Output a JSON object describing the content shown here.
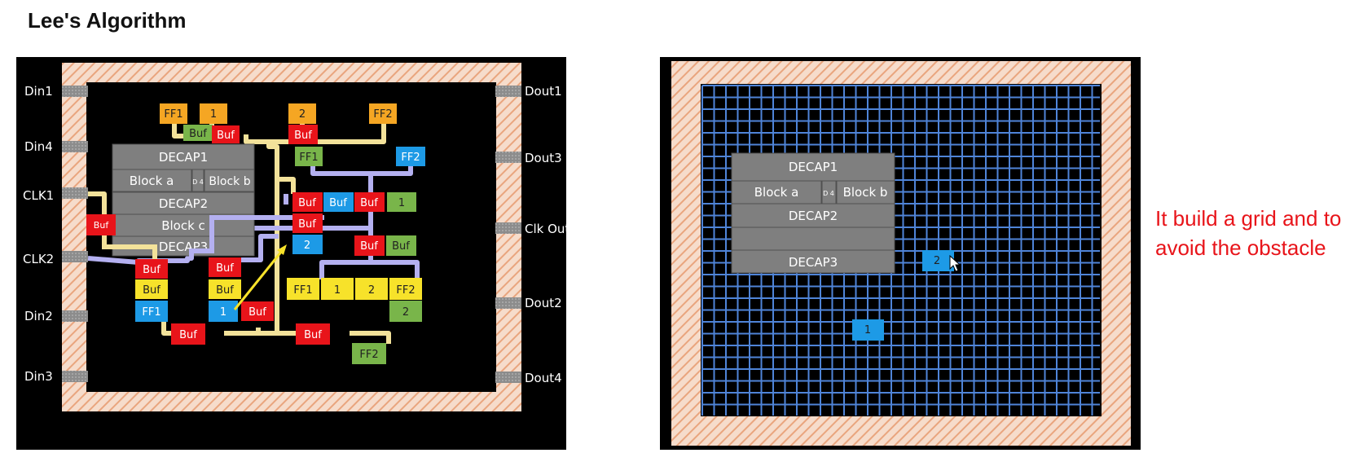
{
  "header": {
    "title": "Lee's Algorithm"
  },
  "left": {
    "pins_left": [
      "Din1",
      "Din4",
      "CLK1",
      "CLK2",
      "Din2",
      "Din3"
    ],
    "pins_right": [
      "Dout1",
      "Dout3",
      "Clk Out",
      "Dout2",
      "Dout4"
    ],
    "blocks": {
      "decap1": "DECAP1",
      "block_a": "Block a",
      "d4": "D 4",
      "block_b": "Block b",
      "decap2": "DECAP2",
      "block_c": "Block c",
      "decap3": "DECAP3"
    },
    "cells": {
      "ff1_top": "FF1",
      "one_top": "1",
      "two_top": "2",
      "ff2_top": "FF2",
      "buf_green_top": "Buf",
      "buf_red_top_a": "Buf",
      "buf_red_top_b": "Buf",
      "ff1_green": "FF1",
      "ff2_blue": "FF2",
      "buf_r1": "Buf",
      "buf_b1": "Buf",
      "buf_r2": "Buf",
      "one_green": "1",
      "buf_r3": "Buf",
      "two_blue": "2",
      "buf_r4": "Buf",
      "buf_g2": "Buf",
      "buf_left": "Buf",
      "buf_r5": "Buf",
      "buf_r6": "Buf",
      "buf_y1": "Buf",
      "buf_y2": "Buf",
      "ff1_blue": "FF1",
      "one_blue": "1",
      "buf_r7": "Buf",
      "row_ff1": "FF1",
      "row_1": "1",
      "row_2": "2",
      "row_ff2": "FF2",
      "two_green": "2",
      "buf_r8": "Buf",
      "buf_r9": "Buf",
      "ff2_bottom": "FF2"
    }
  },
  "right": {
    "blocks": {
      "decap1": "DECAP1",
      "block_a": "Block a",
      "d4": "D 4",
      "block_b": "Block b",
      "decap2": "DECAP2",
      "decap3": "DECAP3"
    },
    "cells": {
      "two": "2",
      "one": "1"
    }
  },
  "note": {
    "text": "It build a grid and to avoid the obstacle"
  },
  "colors": {
    "orange": "#f5a623",
    "red": "#e8141a",
    "green": "#79b54a",
    "blue": "#1d9ae6",
    "yellow": "#f7e22a",
    "gray": "#7f7f7f",
    "wire_yellow": "#f3e29a",
    "wire_purple": "#b4b0f0",
    "grid_line": "#4f84d8",
    "hatch": "#e9a57e",
    "note_red": "#e8141a"
  }
}
